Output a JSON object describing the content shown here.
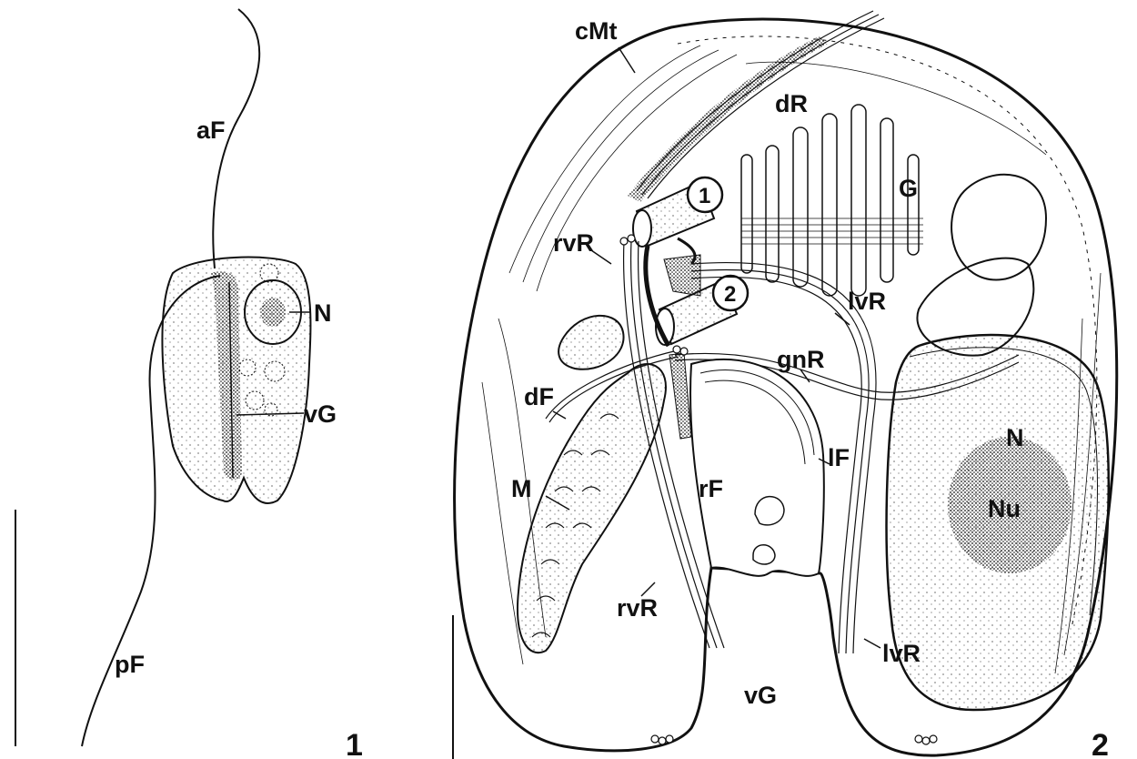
{
  "figure": {
    "panels": [
      {
        "number": "1",
        "labels": {
          "aF": "aF",
          "N": "N",
          "vG": "vG",
          "pF": "pF"
        }
      },
      {
        "number": "2",
        "labels": {
          "cMt": "cMt",
          "dR": "dR",
          "G": "G",
          "rvR_top": "rvR",
          "lvR_top": "lvR",
          "gnR": "gnR",
          "dF": "dF",
          "M": "M",
          "rF": "rF",
          "lF": "lF",
          "N": "N",
          "Nu": "Nu",
          "rvR_bottom": "rvR",
          "lvR_bottom": "lvR",
          "vG": "vG",
          "basal_body_1": "1",
          "basal_body_2": "2"
        }
      }
    ]
  },
  "colors": {
    "ink": "#111111",
    "background": "#ffffff"
  }
}
